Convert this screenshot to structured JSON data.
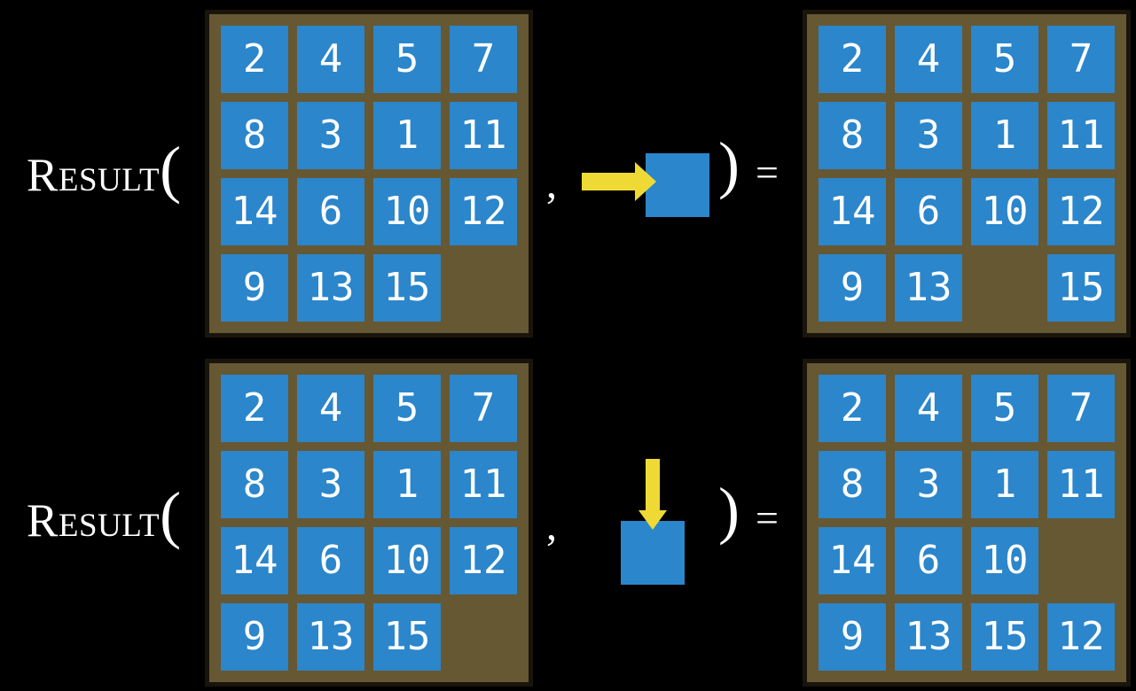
{
  "colors": {
    "background": "#000000",
    "frame_brown": "#665833",
    "frame_border": "#1a150c",
    "tile_blue": "#2b86cb",
    "arrow_yellow": "#efda35",
    "text_white": "#ffffff"
  },
  "equation": {
    "function_name": "Result",
    "open_paren": "(",
    "comma": ",",
    "close_paren": ")",
    "equals": "="
  },
  "examples": [
    {
      "action": "slide-right",
      "input_grid": [
        [
          "2",
          "4",
          "5",
          "7"
        ],
        [
          "8",
          "3",
          "1",
          "11"
        ],
        [
          "14",
          "6",
          "10",
          "12"
        ],
        [
          "9",
          "13",
          "15",
          ""
        ]
      ],
      "output_grid": [
        [
          "2",
          "4",
          "5",
          "7"
        ],
        [
          "8",
          "3",
          "1",
          "11"
        ],
        [
          "14",
          "6",
          "10",
          "12"
        ],
        [
          "9",
          "13",
          "",
          "15"
        ]
      ]
    },
    {
      "action": "slide-down",
      "input_grid": [
        [
          "2",
          "4",
          "5",
          "7"
        ],
        [
          "8",
          "3",
          "1",
          "11"
        ],
        [
          "14",
          "6",
          "10",
          "12"
        ],
        [
          "9",
          "13",
          "15",
          ""
        ]
      ],
      "output_grid": [
        [
          "2",
          "4",
          "5",
          "7"
        ],
        [
          "8",
          "3",
          "1",
          "11"
        ],
        [
          "14",
          "6",
          "10",
          ""
        ],
        [
          "9",
          "13",
          "15",
          "12"
        ]
      ]
    }
  ]
}
